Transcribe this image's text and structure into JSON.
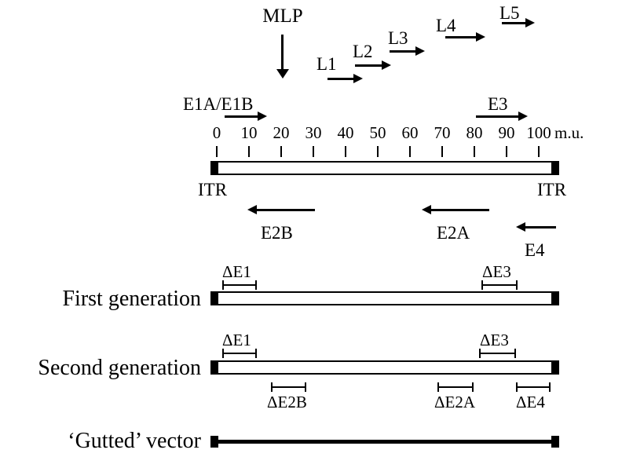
{
  "figure": {
    "map": {
      "mlp": "MLP",
      "late": {
        "l1": "L1",
        "l2": "L2",
        "l3": "L3",
        "l4": "L4",
        "l5": "L5"
      },
      "e1": "E1A/E1B",
      "e3": "E3",
      "ruler": {
        "ticks": [
          "0",
          "10",
          "20",
          "30",
          "40",
          "50",
          "60",
          "70",
          "80",
          "90",
          "100"
        ],
        "unit": "m.u."
      },
      "itr_left": "ITR",
      "itr_right": "ITR",
      "e2b": "E2B",
      "e2a": "E2A",
      "e4": "E4"
    },
    "vectors": {
      "first": {
        "name": "First generation",
        "de1": "ΔE1",
        "de3": "ΔE3"
      },
      "second": {
        "name": "Second generation",
        "de1": "ΔE1",
        "de3": "ΔE3",
        "de2b": "ΔE2B",
        "de2a": "ΔE2A",
        "de4": "ΔE4"
      },
      "gutted": {
        "name": "‘Gutted’ vector"
      }
    }
  }
}
